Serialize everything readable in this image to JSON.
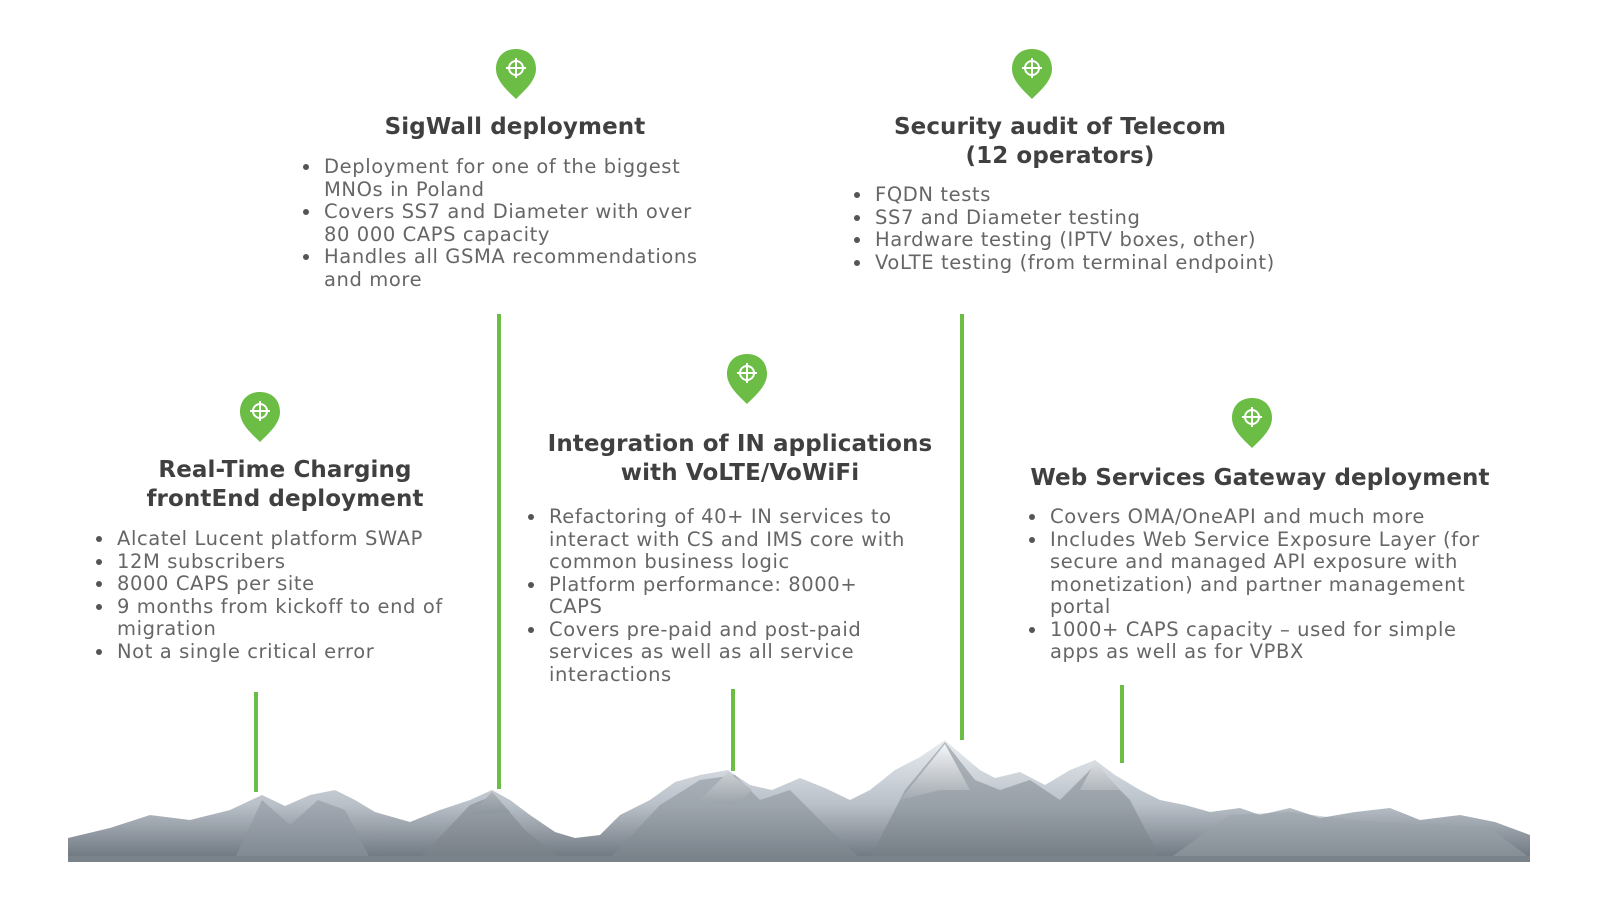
{
  "projects": [
    {
      "title": "SigWall deployment",
      "bullets": [
        "Deployment for one of the biggest MNOs in Poland",
        "Covers SS7 and Diameter with over 80 000 CAPS capacity",
        "Handles all GSMA recommendations and more"
      ]
    },
    {
      "title_line1": "Security audit of Telecom",
      "title_line2": "(12 operators)",
      "bullets": [
        "FQDN tests",
        "SS7 and Diameter testing",
        "Hardware testing (IPTV boxes, other)",
        "VoLTE testing (from terminal endpoint)"
      ]
    },
    {
      "title_line1": "Real-Time Charging",
      "title_line2": "frontEnd deployment",
      "bullets": [
        "Alcatel Lucent platform SWAP",
        "12M subscribers",
        "8000 CAPS per site",
        "9 months from kickoff to end of migration",
        "Not a single critical error"
      ]
    },
    {
      "title_line1": "Integration of IN applications",
      "title_line2": "with VoLTE/VoWiFi",
      "bullets": [
        "Refactoring of 40+ IN services to interact with CS and IMS core with common business logic",
        "Platform performance: 8000+ CAPS",
        "Covers pre-paid and post-paid services as well as all service interactions"
      ]
    },
    {
      "title": "Web Services Gateway deployment",
      "bullets": [
        "Covers OMA/OneAPI and much more",
        "Includes Web Service Exposure Layer (for secure and managed API exposure with monetization) and partner management portal",
        "1000+ CAPS capacity – used for simple apps as well as for VPBX"
      ]
    }
  ],
  "icon": "map-pin-crosshair-icon",
  "colors": {
    "accent": "#6cbd45",
    "title": "#404040",
    "text": "#666666"
  }
}
